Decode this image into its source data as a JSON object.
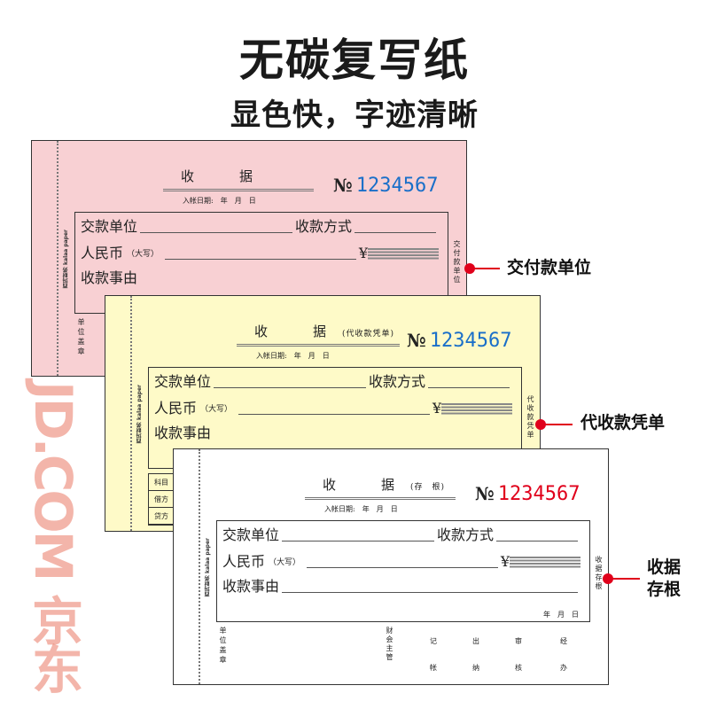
{
  "heading": {
    "title": "无碳复写纸",
    "subtitle": "显色快，字迹清晰"
  },
  "common": {
    "title": "收　据",
    "date_label": "入帐日期:　年　月　日",
    "no_prefix": "№",
    "no": "1234567",
    "payer": "交款单位",
    "method": "收款方式",
    "rmb": "人民币",
    "daxie": "（大写）",
    "yen": "¥",
    "reason": "收款事由",
    "brand": "西玛财务 kalaa paper",
    "stamp": "单位盖章"
  },
  "sheets": [
    {
      "subtitle": "",
      "side": "交付款单位",
      "number_color": "#1a6fc9",
      "callout": "交付款单位",
      "color": "#f8d0d3"
    },
    {
      "subtitle": "(代收款凭单)",
      "side": "代收款凭单",
      "number_color": "#1a6fc9",
      "callout": "代收款凭单",
      "color": "#fefac8",
      "accounts": [
        "科目",
        "借方",
        "贷方"
      ]
    },
    {
      "subtitle": "(存　根)",
      "side": "收据存根",
      "number_color": "#e0001b",
      "callout": "收据存根",
      "color": "#ffffff",
      "box_date": "年　月　日",
      "signers": [
        "财会主管",
        "记帐",
        "出纳",
        "审核",
        "经办"
      ]
    }
  ],
  "watermark": "JD.COM 京东"
}
